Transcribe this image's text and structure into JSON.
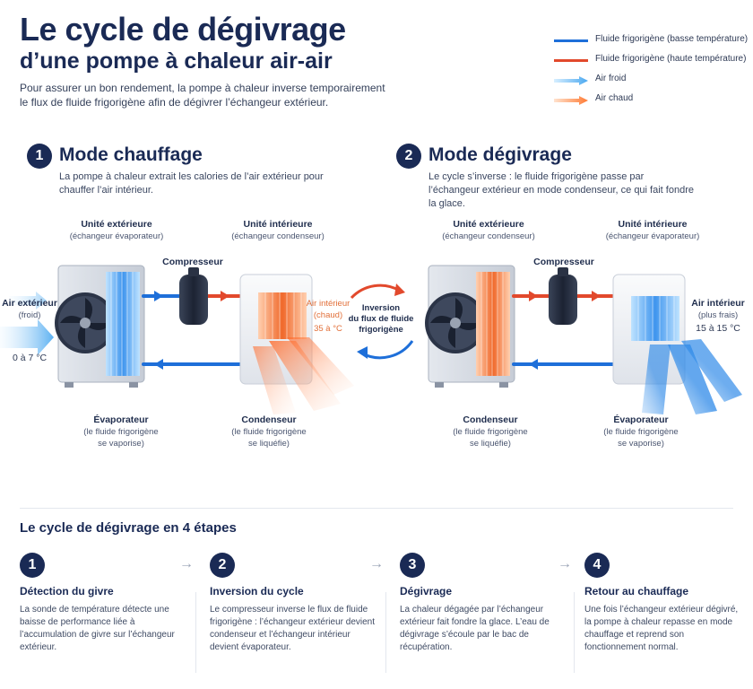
{
  "header": {
    "title_line1": "Le cycle de dégivrage",
    "title_line2": "d’une pompe à chaleur air-air",
    "intro": "Pour assurer un bon rendement, la pompe à chaleur inverse temporairement le flux de fluide frigorigène afin de dégivrer l’échangeur extérieur."
  },
  "legend": {
    "low_temp": "Fluide frigorigène (basse température)",
    "high_temp": "Fluide frigorigène (haute température)",
    "cold_air": "Air froid",
    "hot_air": "Air chaud",
    "colors": {
      "blue": "#1e6fd9",
      "red": "#e2492c",
      "cold_air": "#7cc4ff",
      "hot_air": "#ff8a4a"
    }
  },
  "mode1": {
    "number": "1",
    "title": "Mode chauffage",
    "desc": "La pompe à chaleur extrait les calories de l’air extérieur pour chauffer l’air intérieur.",
    "outdoor_title": "Unité extérieure",
    "outdoor_sub": "(échangeur évaporateur)",
    "indoor_title": "Unité intérieure",
    "indoor_sub": "(échangeur condenseur)",
    "compressor": "Compresseur",
    "air_in_title": "Air extérieur",
    "air_in_sub": "(froid)",
    "air_in_temp": "0 à 7 °C",
    "air_out_title": "Air intérieur",
    "air_out_sub": "(chaud)",
    "air_out_temp": "35 à °C",
    "evap_title": "Évaporateur",
    "evap_sub1": "(le fluide frigorigène",
    "evap_sub2": "se vaporise)",
    "cond_title": "Condenseur",
    "cond_sub1": "(le fluide frigorigène",
    "cond_sub2": "se liquéfie)"
  },
  "inversion": {
    "line1": "Inversion",
    "line2": "du flux de fluide",
    "line3": "frigorigène"
  },
  "mode2": {
    "number": "2",
    "title": "Mode dégivrage",
    "desc": "Le cycle s’inverse : le fluide frigorigène passe par l’échangeur extérieur en mode condenseur, ce qui fait fondre la glace.",
    "outdoor_title": "Unité extérieure",
    "outdoor_sub": "(échangeur condenseur)",
    "indoor_title": "Unité intérieure",
    "indoor_sub": "(échangeur évaporateur)",
    "compressor": "Compresseur",
    "air_out_title": "Air intérieur",
    "air_out_sub": "(plus frais)",
    "air_out_temp": "15 à 15 °C",
    "cond_title": "Condenseur",
    "cond_sub1": "(le fluide frigorigène",
    "cond_sub2": "se liquéfie)",
    "evap_title": "Évaporateur",
    "evap_sub1": "(le fluide frigorigène",
    "evap_sub2": "se vaporise)"
  },
  "steps": {
    "title": "Le cycle de dégivrage en 4 étapes",
    "arrow": "→",
    "items": [
      {
        "number": "1",
        "title": "Détection du givre",
        "text": "La sonde de température détecte une baisse de performance liée à l’accumulation de givre sur l’échangeur extérieur."
      },
      {
        "number": "2",
        "title": "Inversion du cycle",
        "text": "Le compresseur inverse le flux de fluide frigorigène : l’échangeur extérieur devient condenseur et l’échangeur intérieur devient évaporateur."
      },
      {
        "number": "3",
        "title": "Dégivrage",
        "text": "La chaleur dégagée par l’échangeur extérieur fait fondre la glace. L’eau de dégivrage s’écoule par le bac de récupération."
      },
      {
        "number": "4",
        "title": "Retour au chauffage",
        "text": "Une fois l’échangeur extérieur dégivré, la pompe à chaleur repasse en mode chauffage et reprend son fonctionnement normal."
      }
    ]
  }
}
